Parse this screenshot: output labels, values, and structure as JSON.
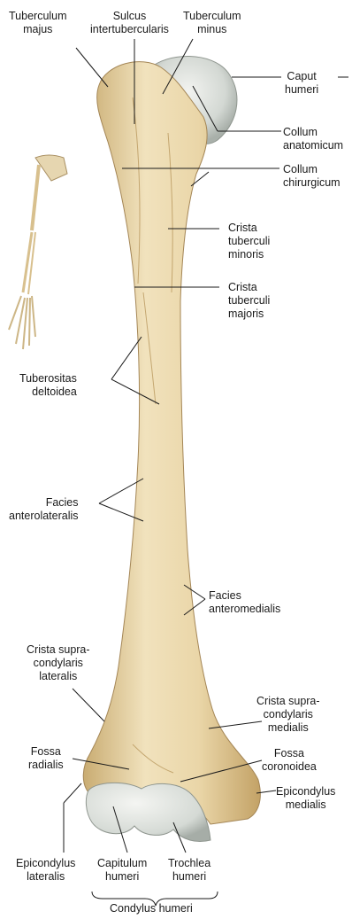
{
  "labels": {
    "tuberculum_majus": [
      "Tuberculum",
      "majus"
    ],
    "sulcus_intertubercularis": [
      "Sulcus",
      "intertubercularis"
    ],
    "tuberculum_minus": [
      "Tuberculum",
      "minus"
    ],
    "caput_humeri": [
      "Caput",
      "humeri"
    ],
    "collum_anatomicum": [
      "Collum",
      "anatomicum"
    ],
    "collum_chirurgicum": [
      "Collum",
      "chirurgicum"
    ],
    "crista_tuberculi_minoris": [
      "Crista",
      "tuberculi",
      "minoris"
    ],
    "crista_tuberculi_majoris": [
      "Crista",
      "tuberculi",
      "majoris"
    ],
    "tuberositas_deltoidea": [
      "Tuberositas",
      "deltoidea"
    ],
    "facies_anterolateralis": [
      "Facies",
      "anterolateralis"
    ],
    "facies_anteromedialis": [
      "Facies",
      "anteromedialis"
    ],
    "crista_supracondylaris_lateralis": [
      "Crista supra-",
      "condylaris",
      "lateralis"
    ],
    "crista_supracondylaris_medialis": [
      "Crista supra-",
      "condylaris",
      "medialis"
    ],
    "fossa_radialis": [
      "Fossa",
      "radialis"
    ],
    "fossa_coronoidea": [
      "Fossa",
      "coronoidea"
    ],
    "epicondylus_medialis": [
      "Epicondylus",
      "medialis"
    ],
    "epicondylus_lateralis": [
      "Epicondylus",
      "lateralis"
    ],
    "capitulum_humeri": [
      "Capitulum",
      "humeri"
    ],
    "trochlea_humeri": [
      "Trochlea",
      "humeri"
    ],
    "condylus_humeri": "Condylus humeri"
  },
  "colors": {
    "bone": "#e8d3a3",
    "bone_shadow": "#c9ac72",
    "cartilage": "#d9ddd8",
    "leader_line": "#1a1a1a"
  }
}
